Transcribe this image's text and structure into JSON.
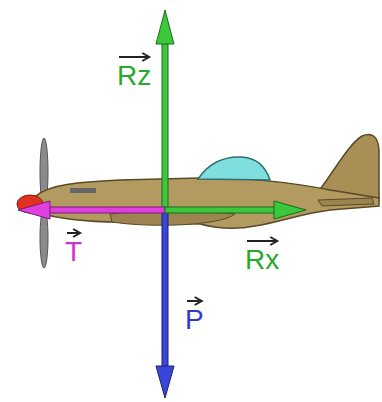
{
  "diagram": {
    "labels": [
      "Rz",
      "T",
      "Rx",
      "P"
    ]
  }
}
